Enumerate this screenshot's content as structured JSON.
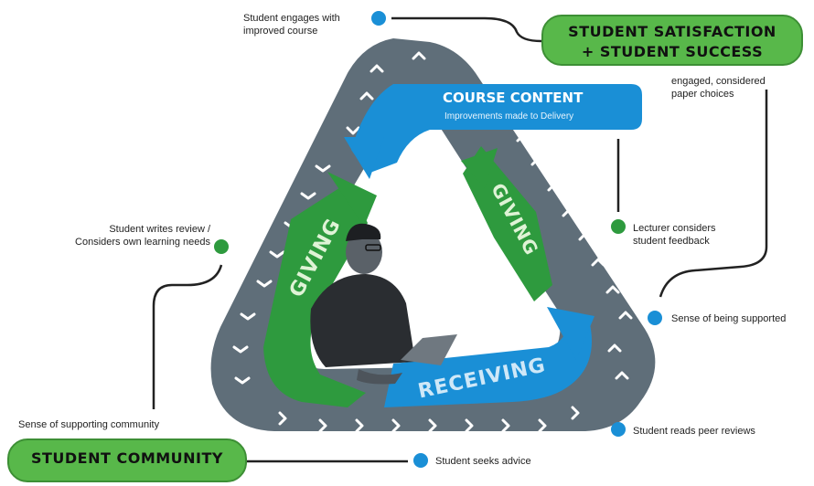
{
  "satisfaction": {
    "line1": "STUDENT SATISFACTION",
    "line2": "+ STUDENT SUCCESS"
  },
  "community": {
    "title": "STUDENT COMMUNITY"
  },
  "course_content": {
    "title": "COURSE CONTENT",
    "subtitle": "Improvements made to Delivery"
  },
  "arrows": {
    "left": "GIVING",
    "right": "GIVING",
    "bottom": "RECEIVING"
  },
  "annotations": {
    "engages": [
      "Student engages with",
      "improved course"
    ],
    "paper_choices": [
      "engaged, considered",
      "paper choices"
    ],
    "writes_review": [
      "Student writes review /",
      "Considers own learning needs"
    ],
    "lecturer": [
      "Lecturer considers",
      "student feedback"
    ],
    "supported": "Sense of being supported",
    "supporting_community": "Sense of supporting community",
    "reads_reviews": "Student reads peer reviews",
    "seeks_advice": "Student seeks advice"
  },
  "colors": {
    "green": "#2e9a3e",
    "blue": "#1a8fd6",
    "track": "#5f6e79",
    "pill": "#58b84a"
  }
}
